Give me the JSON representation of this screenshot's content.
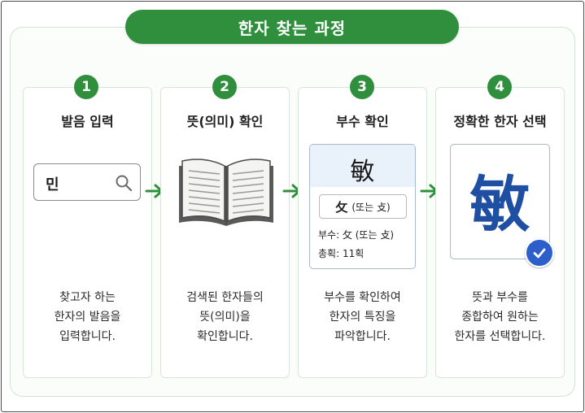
{
  "title": "한자 찾는 과정",
  "steps": [
    {
      "number": "1",
      "title": "발음 입력",
      "search_value": "민",
      "desc": [
        "찾고자 하는",
        "한자의 발음을",
        "입력합니다."
      ]
    },
    {
      "number": "2",
      "title": "뜻(의미) 확인",
      "desc": [
        "검색된 한자들의",
        "뜻(의미)을",
        "확인합니다."
      ]
    },
    {
      "number": "3",
      "title": "부수 확인",
      "character": "敏",
      "radical_char": "攵",
      "radical_alt": "(또는 攴)",
      "radical_info": "부수: 攵 (또는 攴)",
      "stroke_info": "총획: 11획",
      "desc": [
        "부수를 확인하여",
        "한자의 특징을",
        "파악합니다."
      ]
    },
    {
      "number": "4",
      "title": "정확한 한자 선택",
      "character": "敏",
      "desc": [
        "뜻과 부수를",
        "종합하여 원하는",
        "한자를 선택합니다."
      ]
    }
  ],
  "colors": {
    "accent_green": "#2f8f3c",
    "character_blue": "#1e4fa3",
    "check_blue": "#2c5fc9"
  },
  "icons": [
    "search-icon",
    "open-book-icon",
    "arrow-right-icon",
    "checkmark-icon"
  ]
}
